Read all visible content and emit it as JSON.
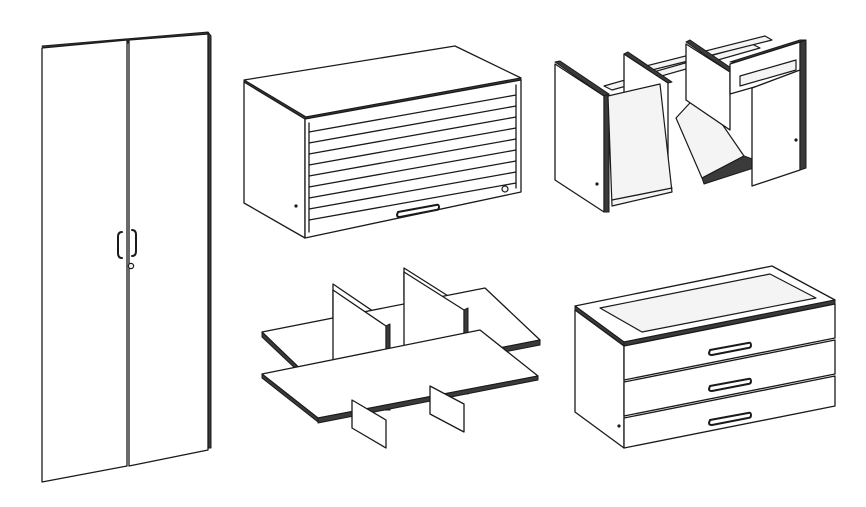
{
  "illustration": {
    "background_color": "#ffffff",
    "line_color": "#1a1a1a",
    "items": [
      "tall-two-door-wardrobe",
      "roller-shutter-cabinet",
      "keyboard-tray-desk-frames",
      "cross-divider-shelf-insert",
      "three-drawer-cabinet"
    ]
  }
}
